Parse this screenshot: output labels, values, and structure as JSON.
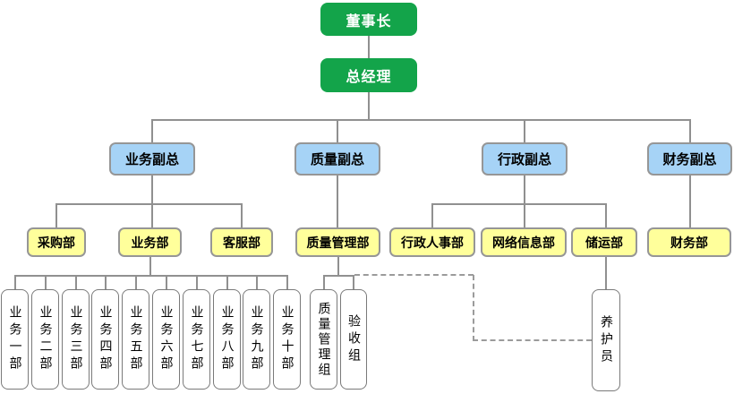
{
  "palette": {
    "green": "#13a44a",
    "blue_fill": "#a6d3f6",
    "yellow_fill": "#ffff9b",
    "box_border": "#969696",
    "leaf_border": "#7a7a7a",
    "line": "#909090",
    "dashed_line": "#9b9b9b",
    "background": "#ffffff"
  },
  "org": {
    "chairman": "董事长",
    "general_manager": "总经理",
    "vice_presidents": [
      "业务副总",
      "质量副总",
      "行政副总",
      "财务副总"
    ],
    "departments": [
      "采购部",
      "业务部",
      "客服部",
      "质量管理部",
      "行政人事部",
      "网络信息部",
      "储运部",
      "财务部"
    ],
    "business_units": [
      "业务一部",
      "业务二部",
      "业务三部",
      "业务四部",
      "业务五部",
      "业务六部",
      "业务七部",
      "业务八部",
      "业务九部",
      "业务十部"
    ],
    "quality_teams": [
      "质量管理组",
      "验收组"
    ],
    "warehouse_staff": "养护员"
  }
}
